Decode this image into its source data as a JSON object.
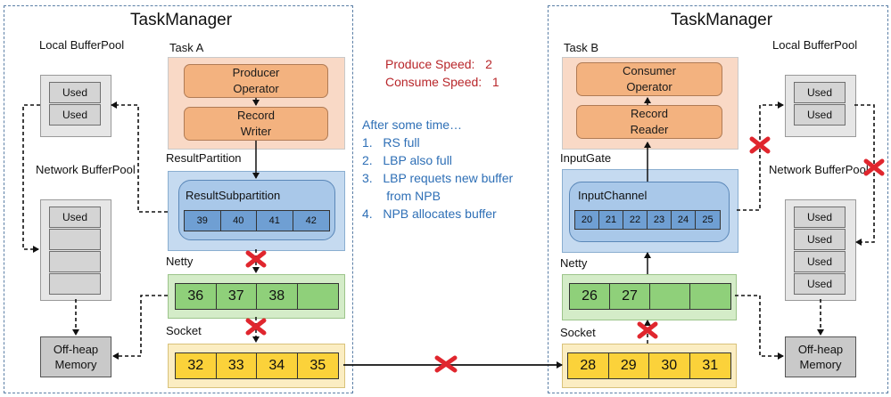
{
  "left": {
    "title": "TaskManager",
    "task_label": "Task A",
    "producer": "Producer\nOperator",
    "writer": "Record\nWriter",
    "result_partition_label": "ResultPartition",
    "subpartition_label": "ResultSubpartition",
    "subpartition_cells": [
      "39",
      "40",
      "41",
      "42"
    ],
    "local_pool_title": "Local\nBufferPool",
    "local_pool_slots": [
      "Used",
      "Used"
    ],
    "network_pool_title": "Network\nBufferPool",
    "network_pool_slots": [
      "Used",
      "",
      "",
      ""
    ],
    "netty_label": "Netty",
    "netty_cells": [
      "36",
      "37",
      "38",
      ""
    ],
    "socket_label": "Socket",
    "socket_cells": [
      "32",
      "33",
      "34",
      "35"
    ],
    "offheap": "Off-heap\nMemory"
  },
  "right": {
    "title": "TaskManager",
    "task_label": "Task B",
    "consumer": "Consumer\nOperator",
    "reader": "Record\nReader",
    "input_gate_label": "InputGate",
    "input_channel_label": "InputChannel",
    "input_channel_cells": [
      "20",
      "21",
      "22",
      "23",
      "24",
      "25"
    ],
    "local_pool_title": "Local\nBufferPool",
    "local_pool_slots": [
      "Used",
      "Used"
    ],
    "network_pool_title": "Network\nBufferPool",
    "network_pool_slots": [
      "Used",
      "Used",
      "Used",
      "Used"
    ],
    "netty_label": "Netty",
    "netty_cells": [
      "26",
      "27",
      "",
      ""
    ],
    "socket_label": "Socket",
    "socket_cells": [
      "28",
      "29",
      "30",
      "31"
    ],
    "offheap": "Off-heap\nMemory"
  },
  "middle": {
    "speeds": [
      "Produce Speed:   2",
      "Consume Speed:   1"
    ],
    "notes_title": "After some time…",
    "notes": [
      "1.   RS full",
      "2.   LBP also full",
      "3.   LBP requets new buffer",
      "       from NPB",
      "4.   NPB allocates buffer"
    ]
  },
  "colors": {
    "blocked_mark": "#e0262e",
    "speed_text": "#b8262a",
    "note_text": "#2e6fb6",
    "dashed_border": "#5b7fa6"
  }
}
